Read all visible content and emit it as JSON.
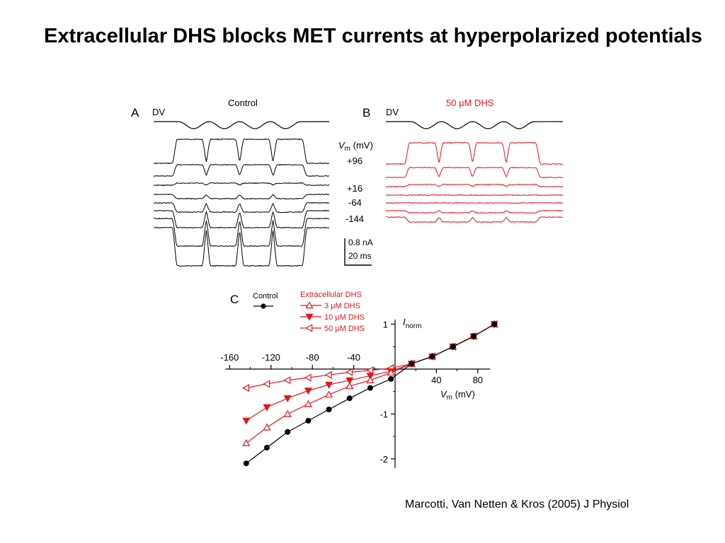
{
  "slide": {
    "title": "Extracellular DHS blocks MET currents at hyperpolarized potentials",
    "citation": "Marcotti, Van Netten & Kros (2005) J Physiol"
  },
  "panel_a": {
    "letter": "A",
    "stim_label": "DV",
    "condition": "Control"
  },
  "panel_b": {
    "letter": "B",
    "stim_label": "DV",
    "condition": "50 μM DHS"
  },
  "vm_labels": {
    "header_main": "V",
    "header_sub": "m",
    "header_unit": " (mV)",
    "v1": "+96",
    "v2": "+16",
    "v3": "-64",
    "v4": "-144"
  },
  "scale_bar": {
    "current": "0.8 nA",
    "time": "20 ms"
  },
  "panel_c": {
    "letter": "C",
    "legend_control": "Control",
    "legend_group": "Extracellular DHS",
    "legend_3": "3 μM DHS",
    "legend_10": "10 μM DHS",
    "legend_50": "50 μM DHS"
  },
  "colors": {
    "control": "#000000",
    "dhs": "#e8141a"
  },
  "chart_data": [
    {
      "type": "line",
      "panel": "A",
      "title": "Control",
      "traces_labeled_vm_mV": [
        96,
        16,
        -64,
        -144
      ]
    },
    {
      "type": "line",
      "panel": "B",
      "title": "50 μM DHS",
      "traces_labeled_vm_mV": [
        96,
        16,
        -64,
        -144
      ]
    },
    {
      "type": "scatter",
      "panel": "C",
      "xlabel_main": "V",
      "xlabel_sub": "m",
      "xlabel_unit": " (mV)",
      "ylabel_main": "I",
      "ylabel_sub": "norm",
      "xlim": [
        -164,
        92
      ],
      "ylim": [
        -2.2,
        1.1
      ],
      "x_ticks": [
        -160,
        -120,
        -80,
        -40,
        40,
        80
      ],
      "y_ticks": [
        1,
        -1,
        -2
      ],
      "x": [
        -144,
        -124,
        -104,
        -84,
        -64,
        -44,
        -24,
        -4,
        16,
        36,
        56,
        76,
        96
      ],
      "series": [
        {
          "name": "Control",
          "color": "#000000",
          "marker": "filled-circle",
          "values": [
            -2.1,
            -1.75,
            -1.4,
            -1.15,
            -0.9,
            -0.65,
            -0.42,
            -0.22,
            0.12,
            0.28,
            0.5,
            0.73,
            1.0
          ]
        },
        {
          "name": "3 μM DHS",
          "color": "#e8141a",
          "marker": "open-triangle-up",
          "values": [
            -1.65,
            -1.3,
            -1.0,
            -0.78,
            -0.57,
            -0.38,
            -0.25,
            -0.08,
            0.12,
            0.28,
            0.5,
            0.73,
            1.0
          ]
        },
        {
          "name": "10 μM DHS",
          "color": "#e8141a",
          "marker": "filled-triangle-down",
          "values": [
            -1.15,
            -0.85,
            -0.65,
            -0.48,
            -0.35,
            -0.25,
            -0.15,
            -0.05,
            0.12,
            0.28,
            0.5,
            0.73,
            1.0
          ]
        },
        {
          "name": "50 μM DHS",
          "color": "#e8141a",
          "marker": "open-triangle-left",
          "values": [
            -0.42,
            -0.33,
            -0.25,
            -0.19,
            -0.13,
            -0.07,
            -0.03,
            0.02,
            0.12,
            0.28,
            0.5,
            0.73,
            1.0
          ]
        }
      ]
    }
  ]
}
